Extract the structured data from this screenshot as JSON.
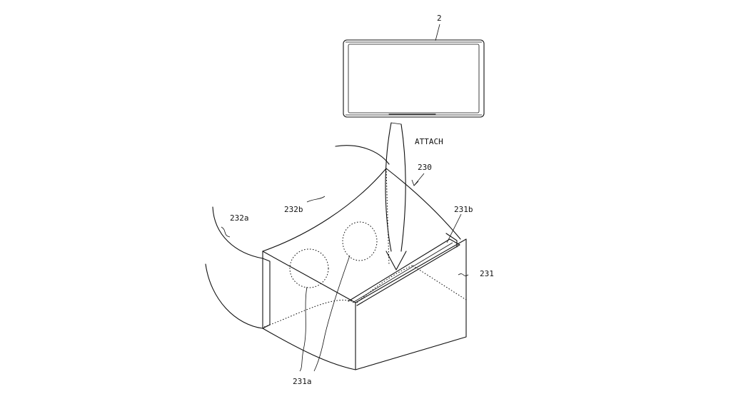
{
  "labels": {
    "device": "2",
    "attach": "ATTACH",
    "goggles": "230",
    "case_slot": "231b",
    "case_body": "231",
    "strap_right": "232b",
    "strap_left": "232a",
    "lenses": "231a"
  }
}
